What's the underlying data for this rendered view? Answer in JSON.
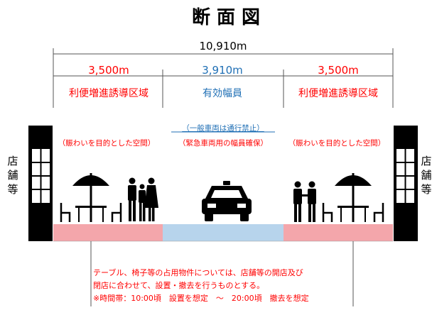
{
  "title": "断 面 図",
  "total_width": "10,910m",
  "sections": [
    {
      "width": "3,500m",
      "label": "利便増進誘導区域",
      "caption": "（賑わいを目的とした空間）",
      "color": "#f4a6ab"
    },
    {
      "width": "3,910m",
      "label": "有効幅員",
      "caption": "（緊急車両用の幅員確保）",
      "color": "#b7d4ec"
    },
    {
      "width": "3,500m",
      "label": "利便増進誘導区域",
      "caption": "（賑わいを目的とした空間）",
      "color": "#f4a6ab"
    }
  ],
  "center_note": "（一般車両は通行禁止）",
  "shop_label": [
    "店",
    "舗",
    "等"
  ],
  "footnote": [
    "テーブル、椅子等の占用物件については、店舗等の開店及び",
    "閉店に合わせて、設置・撤去を行うものとする。",
    "※時間帯：10:00頃　設置を想定　～　20:00頃　撤去を想定"
  ],
  "colors": {
    "dimension_text": "#ff0000",
    "center_dimension_text": "#1f6fb5",
    "building": "#000000",
    "footnote_text": "#ff0000"
  },
  "icons": [
    "parasol-table-icon",
    "people-icon",
    "car-icon"
  ]
}
